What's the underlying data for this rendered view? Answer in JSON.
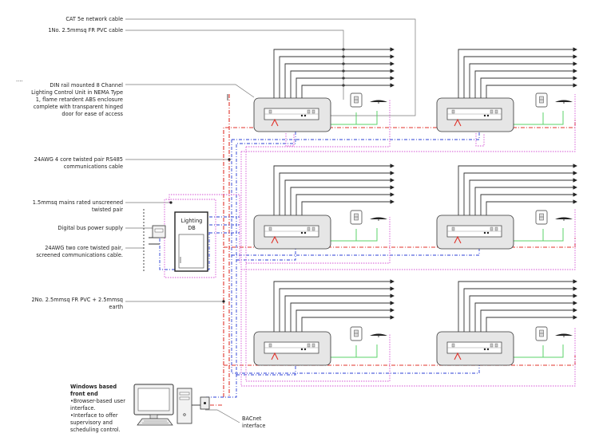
{
  "labels": {
    "cat5e": "CAT 5e network cable",
    "fr_pvc_1": "1No. 2.5mmsq FR PVC cable",
    "ellipsis": "....",
    "din_1": "DIN rail mounted 8 Channel",
    "din_2": "Lighting Control Unit in NEMA Type",
    "din_3": "1, flame retardent ABS enclosure",
    "din_4": "complete with transparent hinged",
    "din_5": "door for ease of access",
    "awg24_1": "24AWG 4 core twisted pair RS485",
    "awg24_2": "communications cable",
    "mains_1": "1.5mmsq mains rated unscreened",
    "mains_2": "twisted pair",
    "psu": "Digital bus power supply",
    "awg2_1": "24AWG two core twisted pair,",
    "awg2_2": "screened communications cable.",
    "fr_2_1": "2No. 2.5mmsq FR PVC + 2.5mmsq",
    "fr_2_2": "earth",
    "db_1": "Lighting",
    "db_2": "DB",
    "fe_title_1": "Windows based",
    "fe_title_2": "front end",
    "fe_1": "•Browser-based user",
    "fe_2": "interface.",
    "fe_3": "•Interface to offer",
    "fe_4": "supervisory and",
    "fe_5": "scheduling control.",
    "bacnet_1": "BACnet",
    "bacnet_2": "interface"
  },
  "colors": {
    "network": "#333333",
    "mains": "#e0332b",
    "rs485": "#2b3fd6",
    "bus": "#d455d4",
    "dali": "#5bd36a",
    "unit_fill": "#e6e6e6"
  }
}
